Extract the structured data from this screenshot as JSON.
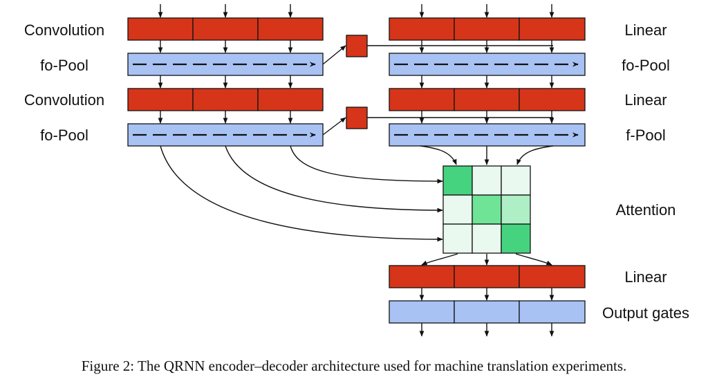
{
  "labels": {
    "encoder_layer1_conv": "Convolution",
    "encoder_layer1_pool": "fo-Pool",
    "encoder_layer2_conv": "Convolution",
    "encoder_layer2_pool": "fo-Pool",
    "decoder_layer1_linear": "Linear",
    "decoder_layer1_pool": "fo-Pool",
    "decoder_layer2_linear": "Linear",
    "decoder_layer2_pool": "f-Pool",
    "attention": "Attention",
    "output_linear": "Linear",
    "output_gates": "Output gates"
  },
  "caption": "Figure 2: The QRNN encoder–decoder architecture used for machine translation experiments.",
  "colors": {
    "linear_block": "#d6351a",
    "pool_block": "#a9c2f4",
    "attention_dark": "#46d37f",
    "attention_mid": "#6fe396",
    "attention_light": "#aeefc6",
    "attention_faint": "#e9f9ef",
    "outline": "#111111"
  },
  "attention_matrix": [
    [
      "dark",
      "faint",
      "faint"
    ],
    [
      "faint",
      "mid",
      "light"
    ],
    [
      "faint",
      "faint",
      "dark"
    ]
  ]
}
